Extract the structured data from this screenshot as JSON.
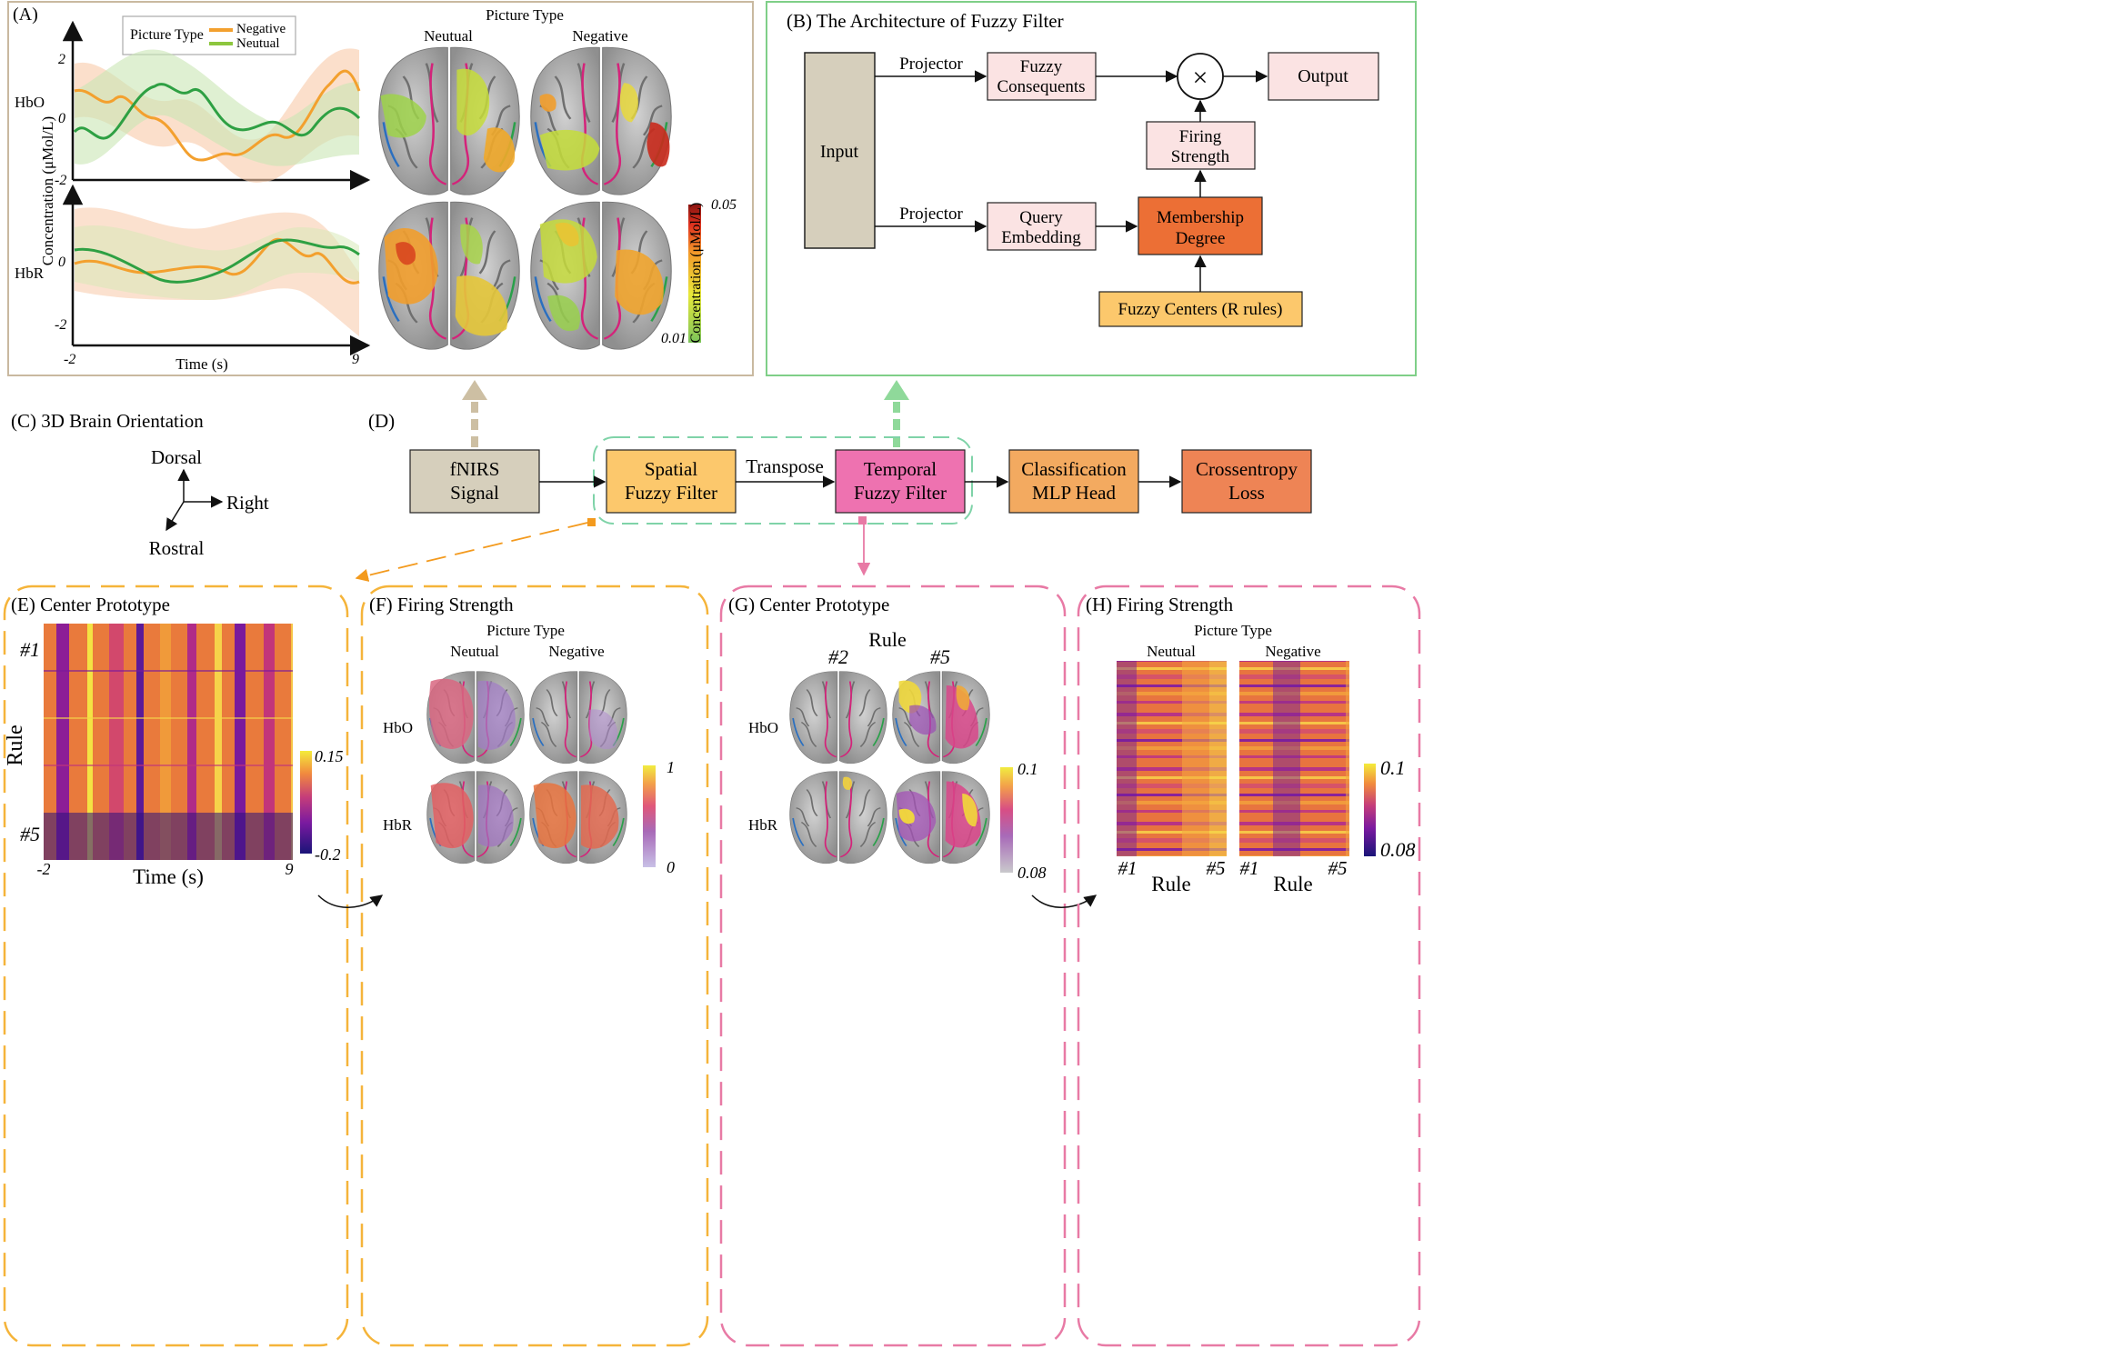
{
  "colors": {
    "tan_box": "#d6cfbc",
    "pink_box": "#fbe3e3",
    "orange_box": "#ec6f35",
    "yellow_box": "#fcc86c",
    "magenta_box": "#ee72b0",
    "light_orange_box": "#f3aa60",
    "coral_box": "#ee8455",
    "green_frame": "#7fcf88",
    "orange_frame": "#f5b43a",
    "pink_frame": "#e87aa5",
    "negative_line": "#f3a02e",
    "neutual_line": "#2ea043"
  },
  "panel_a": {
    "label": "(A)",
    "legend_title": "Picture Type",
    "legend_negative": "Negative",
    "legend_neutual": "Neutual",
    "hbo_label": "HbO",
    "hbr_label": "HbR",
    "ylabel": "Concentration (μMol/L)",
    "xlabel": "Time (s)",
    "y_ticks_top": [
      "2",
      "0",
      "-2"
    ],
    "y_ticks_bottom": [
      "0",
      "-2"
    ],
    "x_ticks": [
      "-2",
      "9"
    ],
    "brain_title": "Picture Type",
    "brain_col1": "Neutual",
    "brain_col2": "Negative",
    "colorbar_max": "0.05",
    "colorbar_min": "0.01",
    "colorbar_label": "Concentration (μMol/L)"
  },
  "panel_b": {
    "label": "(B) The Architecture of Fuzzy Filter",
    "input": "Input",
    "projector1": "Projector",
    "projector2": "Projector",
    "fuzzy_consequents_1": "Fuzzy",
    "fuzzy_consequents_2": "Consequents",
    "output": "Output",
    "firing_1": "Firing",
    "firing_2": "Strength",
    "query_1": "Query",
    "query_2": "Embedding",
    "membership_1": "Membership",
    "membership_2": "Degree",
    "centers": "Fuzzy Centers (R rules)",
    "multiply": "×"
  },
  "panel_c": {
    "label": "(C) 3D Brain Orientation",
    "dorsal": "Dorsal",
    "right": "Right",
    "rostral": "Rostral"
  },
  "panel_d": {
    "label": "(D)",
    "fnirs_1": "fNIRS",
    "fnirs_2": "Signal",
    "spatial_1": "Spatial",
    "spatial_2": "Fuzzy Filter",
    "transpose": "Transpose",
    "temporal_1": "Temporal",
    "temporal_2": "Fuzzy Filter",
    "classif_1": "Classification",
    "classif_2": "MLP Head",
    "loss_1": "Crossentropy",
    "loss_2": "Loss"
  },
  "panel_e": {
    "label": "(E) Center Prototype",
    "ylabel": "Rule",
    "row_first": "#1",
    "row_last": "#5",
    "xlabel": "Time (s)",
    "x_min": "-2",
    "x_max": "9",
    "cbar_max": "0.15",
    "cbar_min": "-0.2"
  },
  "panel_f": {
    "label": "(F) Firing Strength",
    "title": "Picture Type",
    "col1": "Neutual",
    "col2": "Negative",
    "hbo": "HbO",
    "hbr": "HbR",
    "cbar_max": "1",
    "cbar_min": "0"
  },
  "panel_g": {
    "label": "(G) Center Prototype",
    "title": "Rule",
    "col1": "#2",
    "col2": "#5",
    "hbo": "HbO",
    "hbr": "HbR",
    "cbar_max": "0.1",
    "cbar_min": "0.08"
  },
  "panel_h": {
    "label": "(H) Firing Strength",
    "title": "Picture Type",
    "col1": "Neutual",
    "col2": "Negative",
    "tick_first": "#1",
    "tick_last": "#5",
    "xlabel": "Rule",
    "cbar_max": "0.1",
    "cbar_min": "0.08"
  }
}
